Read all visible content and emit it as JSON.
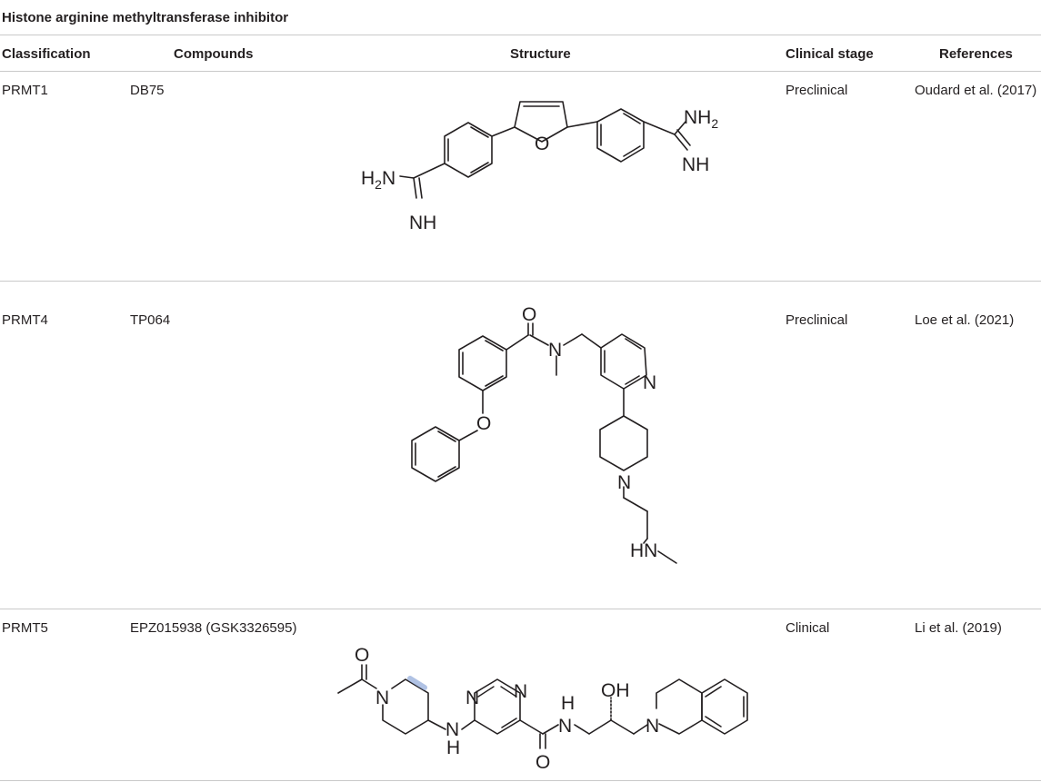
{
  "table": {
    "caption": "Histone arginine methyltransferase inhibitor",
    "headers": {
      "classification": "Classification",
      "compounds": "Compounds",
      "structure": "Structure",
      "clinical_stage": "Clinical stage",
      "references": "References"
    },
    "rows": [
      {
        "classification": "PRMT1",
        "compound": "DB75",
        "clinical_stage": "Preclinical",
        "reference": "Oudard et al. (2017)",
        "structure_labels": {
          "a": "NH",
          "a_sub": "2",
          "b": "NH",
          "c": "H",
          "c_sub": "2",
          "c_tail": "N",
          "d": "NH",
          "e": "O"
        }
      },
      {
        "classification": "PRMT4",
        "compound": "TP064",
        "clinical_stage": "Preclinical",
        "reference": "Loe et al. (2021)",
        "structure_labels": {
          "a": "O",
          "b": "N",
          "c": "N",
          "d": "O",
          "e": "N",
          "f": "HN"
        }
      },
      {
        "classification": "PRMT5",
        "compound": "EPZ015938 (GSK3326595)",
        "clinical_stage": "Clinical",
        "reference": "Li et al. (2019)",
        "structure_labels": {
          "a": "O",
          "b": "N",
          "c": "N",
          "d": "N",
          "e": "H",
          "f": "N",
          "g": "H",
          "h": "N",
          "i": "O",
          "j": "OH",
          "k": "N"
        }
      }
    ]
  }
}
